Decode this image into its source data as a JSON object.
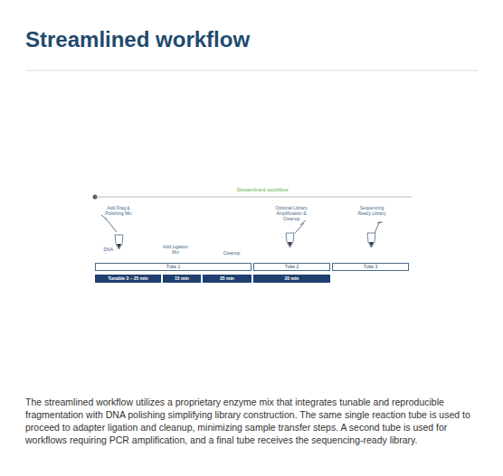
{
  "diagram": {
    "title": "Streamlined workflow",
    "caption": "The streamlined workflow utilizes a proprietary enzyme mix that integrates tunable and reproducible fragmentation with DNA polishing simplifying library construction. The same single reaction tube is used to proceed to adapter ligation and cleanup, minimizing sample transfer steps. A second tube is used for workflows requiring PCR amplification, and a final tube receives the sequencing-ready library.",
    "nodes": [
      {
        "text": [
          "Tube 1"
        ]
      },
      {
        "text": [
          "Tube 2"
        ]
      },
      {
        "text": [
          "Tube 3"
        ]
      },
      {
        "text": [
          "Tunable 3 – 25 min"
        ]
      },
      {
        "text": [
          "15 min"
        ]
      },
      {
        "text": [
          "35 min"
        ]
      },
      {
        "text": [
          "20 min"
        ]
      }
    ],
    "labels": [
      "Streamlined workflow",
      "Add Frag & Polishing Mix",
      "DNA",
      "Add Ligation Mix",
      "Cleanup",
      "Optional Library Amplification & Cleanup",
      "Sequencing Ready Library"
    ]
  }
}
